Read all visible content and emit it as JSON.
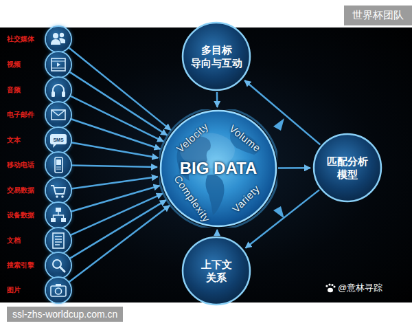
{
  "diagram": {
    "nodes": [
      {
        "text": [
          "社交媒体"
        ]
      },
      {
        "text": [
          "视频"
        ]
      },
      {
        "text": [
          "音频"
        ]
      },
      {
        "text": [
          "电子邮件"
        ]
      },
      {
        "text": [
          "文本"
        ]
      },
      {
        "text": [
          "移动电话"
        ]
      },
      {
        "text": [
          "交易数据"
        ]
      },
      {
        "text": [
          "设备数据"
        ]
      },
      {
        "text": [
          "文档"
        ]
      },
      {
        "text": [
          "搜索引擎"
        ]
      },
      {
        "text": [
          "图片"
        ]
      },
      {
        "text": [
          "多目标 导向与互动"
        ]
      },
      {
        "text": [
          "Velocity",
          "Volume",
          "BIG DATA",
          "Complexity",
          "Variety"
        ]
      },
      {
        "text": [
          "匹配分析 模型"
        ]
      },
      {
        "text": [
          "上下文 关系"
        ]
      }
    ],
    "edges": [
      {
        "from": 0,
        "to": 12,
        "arrow": "to"
      },
      {
        "from": 1,
        "to": 12,
        "arrow": "to"
      },
      {
        "from": 2,
        "to": 12,
        "arrow": "to"
      },
      {
        "from": 3,
        "to": 12,
        "arrow": "to"
      },
      {
        "from": 4,
        "to": 12,
        "arrow": "to"
      },
      {
        "from": 5,
        "to": 12,
        "arrow": "to"
      },
      {
        "from": 6,
        "to": 12,
        "arrow": "to"
      },
      {
        "from": 7,
        "to": 12,
        "arrow": "to"
      },
      {
        "from": 8,
        "to": 12,
        "arrow": "to"
      },
      {
        "from": 9,
        "to": 12,
        "arrow": "to"
      },
      {
        "from": 10,
        "to": 12,
        "arrow": "to"
      },
      {
        "from": 11,
        "to": 12,
        "arrow": "to"
      },
      {
        "from": 12,
        "to": 13,
        "arrow": "to"
      },
      {
        "from": 13,
        "to": 11,
        "arrow": "to"
      },
      {
        "from": 13,
        "to": 14,
        "arrow": "to"
      },
      {
        "from": 14,
        "to": 12,
        "arrow": "to"
      }
    ],
    "labels": [
      "世界杯团队",
      "SMS",
      "@意林寻踪",
      "ssl-zhs-worldcup.com.cn"
    ]
  }
}
